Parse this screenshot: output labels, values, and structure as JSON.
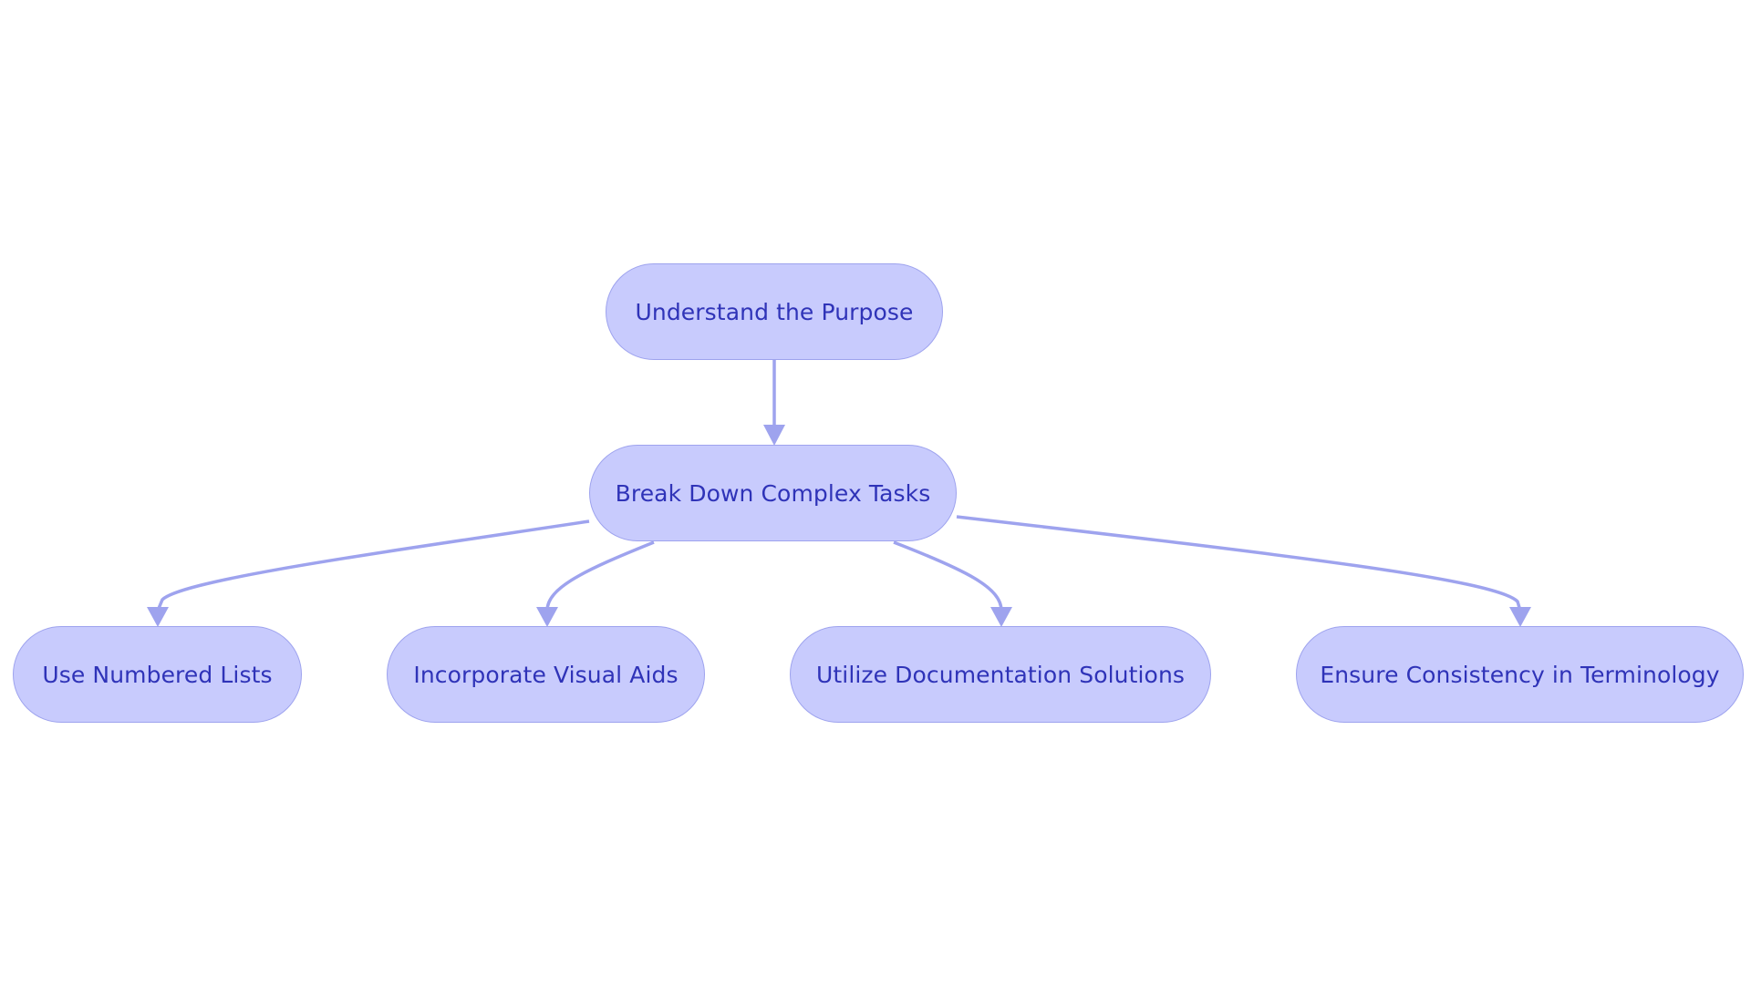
{
  "colors": {
    "node_fill": "#c8cbfd",
    "node_border": "#9ea3ee",
    "edge": "#9ea3ee",
    "text": "#2f33b8",
    "background": "#ffffff"
  },
  "nodes": {
    "purpose": "Understand the Purpose",
    "break_down": "Break Down Complex Tasks",
    "numbered_lists": "Use Numbered Lists",
    "visual_aids": "Incorporate Visual Aids",
    "documentation": "Utilize Documentation Solutions",
    "terminology": "Ensure Consistency in Terminology"
  },
  "edges": [
    {
      "from": "purpose",
      "to": "break_down"
    },
    {
      "from": "break_down",
      "to": "numbered_lists"
    },
    {
      "from": "break_down",
      "to": "visual_aids"
    },
    {
      "from": "break_down",
      "to": "documentation"
    },
    {
      "from": "break_down",
      "to": "terminology"
    }
  ]
}
